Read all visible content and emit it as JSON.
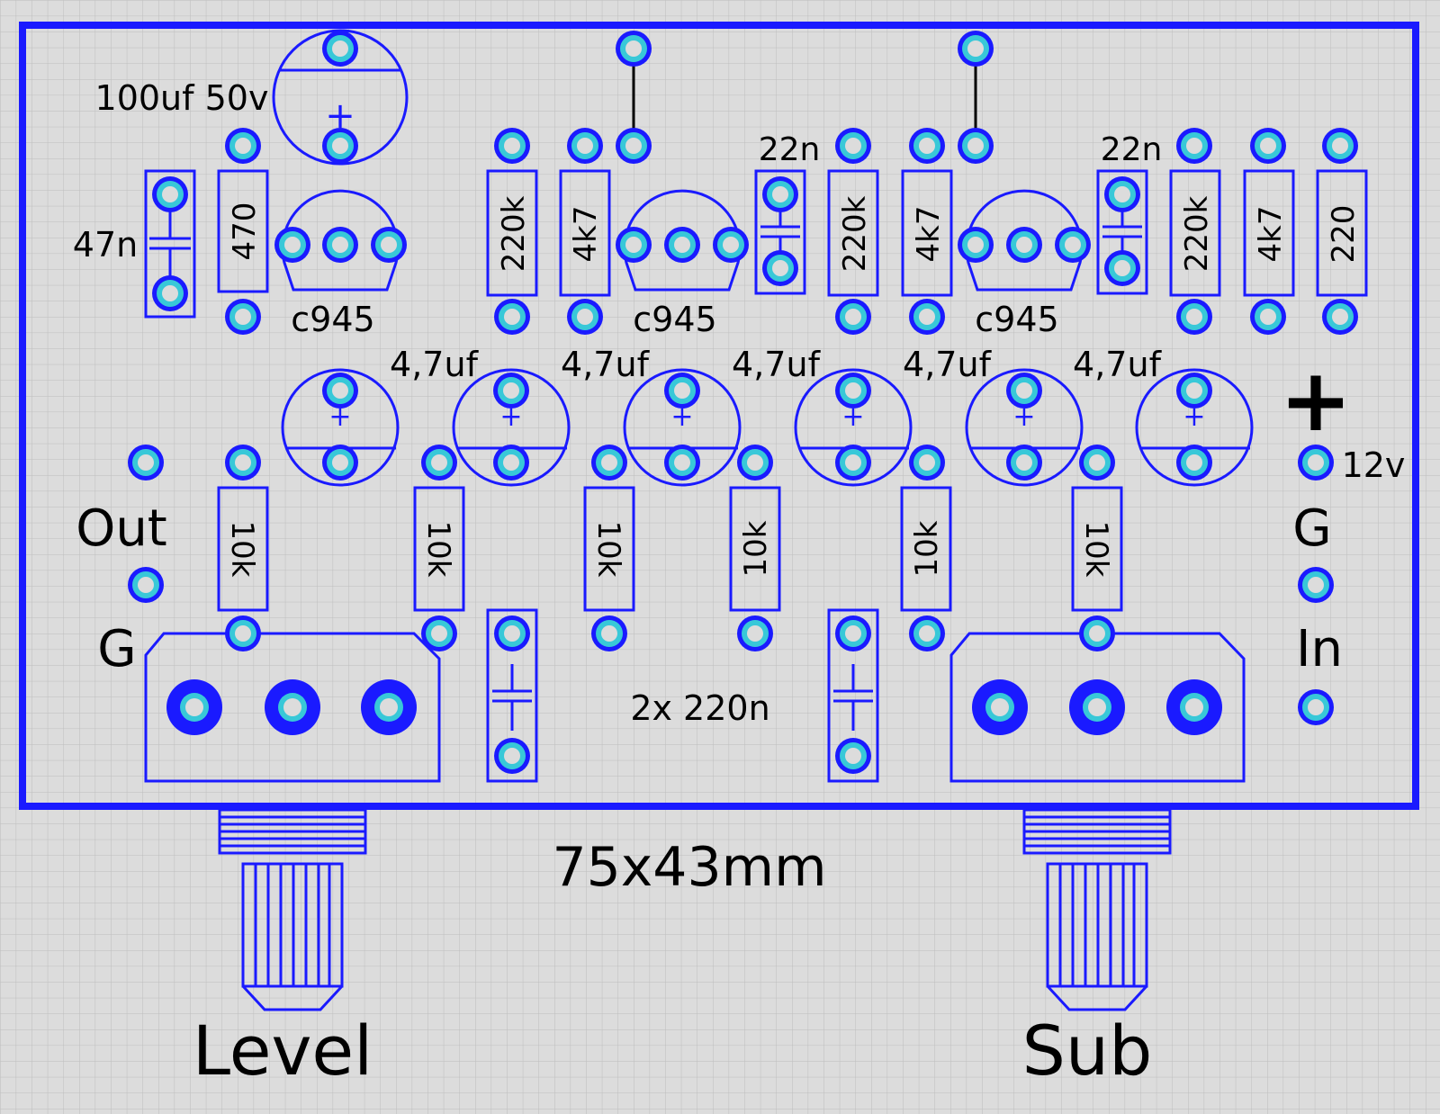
{
  "colors": {
    "background": "#dcdcdc",
    "grid": "#bdbdbd",
    "outline": "#1a1aff",
    "pad_ring": "#1a1aff",
    "pad_center": "#38c8d8",
    "text": "#000000"
  },
  "labels": {
    "cap_main": "100uf 50v",
    "cap_47n": "47n",
    "r_470": "470",
    "r_220k": "220k",
    "r_4k7": "4k7",
    "r_220": "220",
    "r_10k": "10k",
    "cap_22n": "22n",
    "transistor": "c945",
    "cap_4u7": "4,7uf",
    "out": "Out",
    "g": "G",
    "plus": "+",
    "v12": "12v",
    "in": "In",
    "cap_2x220n": "2x 220n",
    "size": "75x43mm",
    "knob_level": "Level",
    "knob_sub": "Sub"
  }
}
